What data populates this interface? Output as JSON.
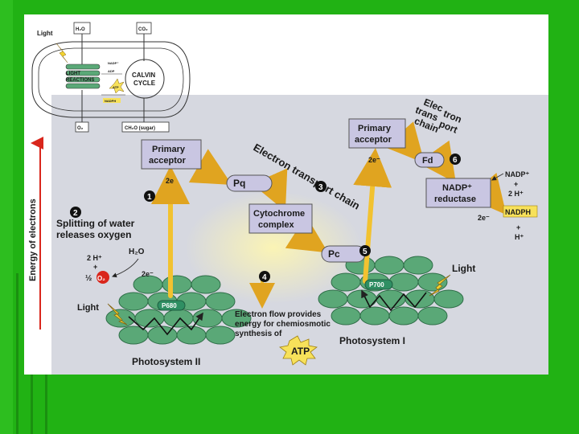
{
  "colors": {
    "slide_bg": "#21b214",
    "slide_accent_light": "#35c727",
    "panel": "#d6d8e0",
    "box": "#c9c6e2",
    "thylakoid": "#5aa877",
    "arrow": "#f2c230",
    "red_arrow": "#d9261c",
    "nadph": "#f7e15a"
  },
  "inset": {
    "light": "Light",
    "h2o": "H₂O",
    "co2": "CO₂",
    "o2": "O₂",
    "sugar": "CH₂O (sugar)",
    "light_reactions": [
      "LIGHT",
      "REACTIONS"
    ],
    "calvin_cycle": [
      "CALVIN",
      "CYCLE"
    ],
    "nadp": "NADP⁺",
    "adp": "ADP",
    "atp": "ATP",
    "nadph": "NADPH"
  },
  "axis_label": "Energy of electrons",
  "labels": {
    "primary_acceptor_1": [
      "Primary",
      "acceptor"
    ],
    "primary_acceptor_2": [
      "Primary",
      "acceptor"
    ],
    "pq": "Pq",
    "cytochrome": [
      "Cytochrome",
      "complex"
    ],
    "pc": "Pc",
    "fd": "Fd",
    "nadp_reductase": [
      "NADP⁺",
      "reductase"
    ],
    "nadp_plus": "NADP⁺",
    "plus": "+",
    "two_h_plus": "2 H⁺",
    "nadph": "NADPH",
    "h_plus": "H⁺",
    "etc_1": "Electron transport chain",
    "etc_2": [
      "Elec",
      "tran",
      "trans",
      "sport",
      "chain"
    ],
    "etc_2_tail": [
      "tron",
      "port"
    ],
    "splitting": [
      "Splitting of water",
      "releases oxygen"
    ],
    "h2o": "H₂O",
    "two_h_plus_left": "2 H⁺",
    "half": "½",
    "o2": "O₂",
    "two_e": "2e⁻",
    "two_e_short": "2e",
    "two_e_minus": "2e⁻",
    "light_left": "Light",
    "light_right": "Light",
    "p680": "P680",
    "p700": "P700",
    "electron_flow": [
      "Electron flow provides",
      "energy for chemiosmotic",
      "synthesis of"
    ],
    "atp": "ATP",
    "ps2": "Photosystem II",
    "ps1": "Photosystem I"
  },
  "steps": [
    "1",
    "2",
    "3",
    "4",
    "5",
    "6"
  ]
}
